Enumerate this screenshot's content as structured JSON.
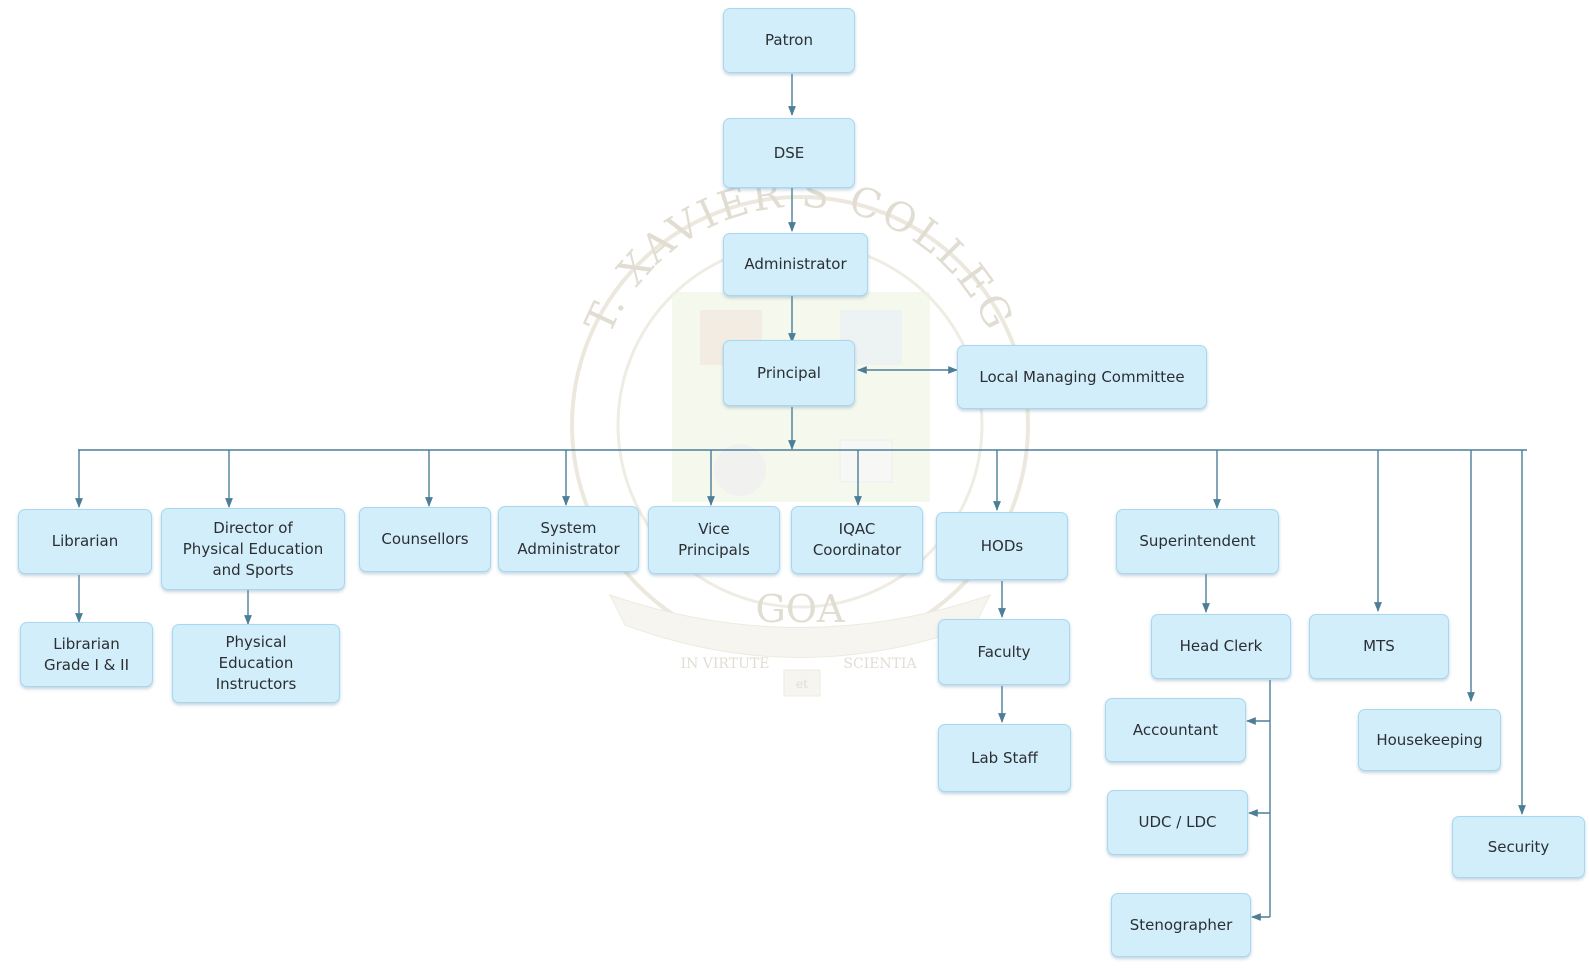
{
  "watermark": {
    "name": "ST. XAVIER'S COLLEGE",
    "place": "GOA",
    "motto_left": "IN VIRTUTE",
    "motto_mid": "et",
    "motto_right": "SCIENTIA",
    "color": "#c9c2ae"
  },
  "colors": {
    "box_fill": "#d3eefb",
    "box_border": "#a9d7ef",
    "connector": "#4c7e98",
    "text": "#2b2f33"
  },
  "nodes": {
    "patron": "Patron",
    "dse": "DSE",
    "administrator": "Administrator",
    "principal": "Principal",
    "lmc": "Local Managing Committee",
    "librarian": "Librarian",
    "librarian_grade": "Librarian\nGrade I & II",
    "dpes": "Director of\nPhysical Education\nand Sports",
    "pe_instructors": "Physical\nEducation\nInstructors",
    "counsellors": "Counsellors",
    "system_admin": "System\nAdministrator",
    "vice_principals": "Vice\nPrincipals",
    "iqac": "IQAC\nCoordinator",
    "hods": "HODs",
    "faculty": "Faculty",
    "lab_staff": "Lab Staff",
    "superintendent": "Superintendent",
    "head_clerk": "Head Clerk",
    "accountant": "Accountant",
    "udc_ldc": "UDC / LDC",
    "stenographer": "Stenographer",
    "mts": "MTS",
    "housekeeping": "Housekeeping",
    "security": "Security"
  }
}
